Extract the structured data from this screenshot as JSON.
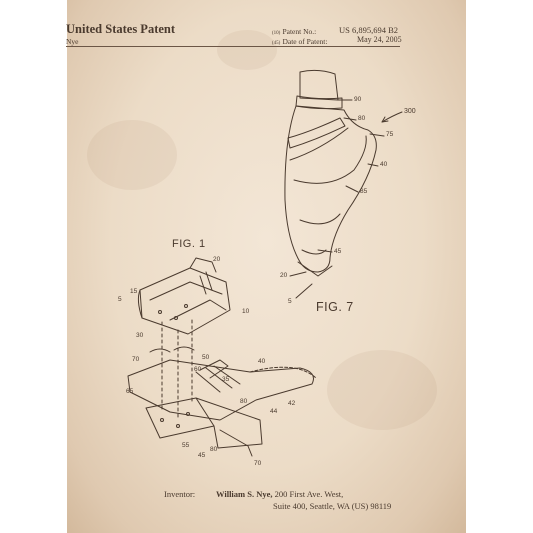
{
  "header": {
    "title": "United States Patent",
    "inventor_short": "Nye",
    "patent_no_code": "(10)",
    "patent_no_label": "Patent No.:",
    "patent_no_value": "US 6,895,694 B2",
    "date_code": "(45)",
    "date_label": "Date of Patent:",
    "date_value": "May 24, 2005"
  },
  "figures": {
    "fig1_label": "FIG. 1",
    "fig7_label": "FIG. 7"
  },
  "fig7_refs": {
    "r300": "300",
    "r90": "90",
    "r80": "80",
    "r75": "75",
    "r40": "40",
    "r85": "85",
    "r45": "45",
    "r20": "20",
    "r5": "5"
  },
  "fig1_refs": {
    "r20": "20",
    "r15": "15",
    "r5": "5",
    "r10": "10",
    "r30": "30",
    "r70a": "70",
    "r50": "50",
    "r40": "40",
    "r60": "60",
    "r35": "35",
    "r65": "65",
    "r80a": "80",
    "r44": "44",
    "r42": "42",
    "r55": "55",
    "r45": "45",
    "r80b": "80",
    "r70b": "70"
  },
  "inventor": {
    "label": "Inventor:",
    "name": "William S. Nye,",
    "address_line1": "200 First Ave. West,",
    "address_line2": "Suite 400, Seattle, WA (US) 98119"
  },
  "colors": {
    "paper": "#ecdcc7",
    "ink": "#4a3a2e"
  }
}
